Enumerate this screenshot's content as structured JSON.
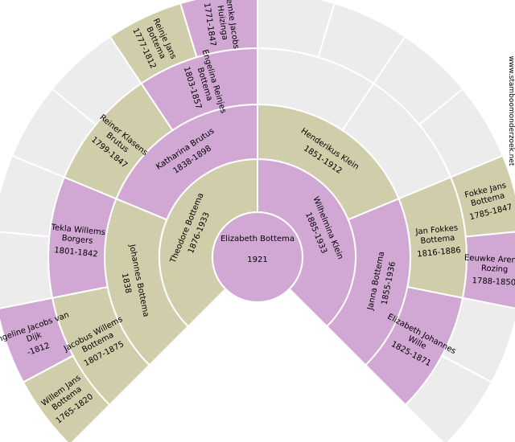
{
  "colors": {
    "male": "#d0ceaa",
    "female": "#d1a8d3",
    "empty": "#ececec",
    "stroke": "#ffffff"
  },
  "watermark": "www.stamboomonderzoek.net",
  "root": {
    "name": "Elizabeth Bottema",
    "dates": "1921"
  },
  "rings": [
    [
      {
        "name": "Theodore Bottema",
        "dates": "1876-1933",
        "gender": "male"
      },
      {
        "name": "Wilhelmina Klein",
        "dates": "1885-1933",
        "gender": "female"
      }
    ],
    [
      {
        "name": "Johannes Bottema",
        "dates": "1838",
        "gender": "male"
      },
      {
        "name": "Katharina Brutus",
        "dates": "1838-1898",
        "gender": "female"
      },
      {
        "name": "Henderikus Klein",
        "dates": "1851-1912",
        "gender": "male"
      },
      {
        "name": "Janna Bottema",
        "dates": "1855-1936",
        "gender": "female"
      }
    ],
    [
      {
        "name": "Jacobus Willems Bottema",
        "dates": "1807-1875",
        "gender": "male"
      },
      {
        "name": "Tekla Willems Borgers",
        "dates": "1801-1842",
        "gender": "female"
      },
      {
        "name": "Reiner Klasens Brutus",
        "dates": "1799-1847",
        "gender": "male"
      },
      {
        "name": "Engelina Reinjes Bottema",
        "dates": "1803-1857",
        "gender": "female"
      },
      {
        "name": "",
        "dates": "",
        "gender": "empty"
      },
      {
        "name": "",
        "dates": "",
        "gender": "empty"
      },
      {
        "name": "Jan Fokkes Bottema",
        "dates": "1816-1886",
        "gender": "male"
      },
      {
        "name": "Elizabeth Johannes Wille",
        "dates": "1825-1871",
        "gender": "female"
      }
    ],
    [
      {
        "name": "Willem Jans Bottema",
        "dates": "1765-1820",
        "gender": "male"
      },
      {
        "name": "Engeline Jacobs van Dijk",
        "dates": "-1812",
        "gender": "female"
      },
      {
        "name": "",
        "dates": "",
        "gender": "empty"
      },
      {
        "name": "",
        "dates": "",
        "gender": "empty"
      },
      {
        "name": "",
        "dates": "",
        "gender": "empty"
      },
      {
        "name": "",
        "dates": "",
        "gender": "empty"
      },
      {
        "name": "Reinje Jans Bottema",
        "dates": "1777-1812",
        "gender": "male"
      },
      {
        "name": "Remke Jacobs Huizinga",
        "dates": "1771-1847",
        "gender": "female"
      },
      {
        "name": "",
        "dates": "",
        "gender": "empty"
      },
      {
        "name": "",
        "dates": "",
        "gender": "empty"
      },
      {
        "name": "",
        "dates": "",
        "gender": "empty"
      },
      {
        "name": "",
        "dates": "",
        "gender": "empty"
      },
      {
        "name": "Fokke Jans Bottema",
        "dates": "1785-1847",
        "gender": "male"
      },
      {
        "name": "Eeuwke Arends Rozing",
        "dates": "1788-1850",
        "gender": "female"
      },
      {
        "name": "",
        "dates": "",
        "gender": "empty"
      },
      {
        "name": "",
        "dates": "",
        "gender": "empty"
      }
    ]
  ]
}
